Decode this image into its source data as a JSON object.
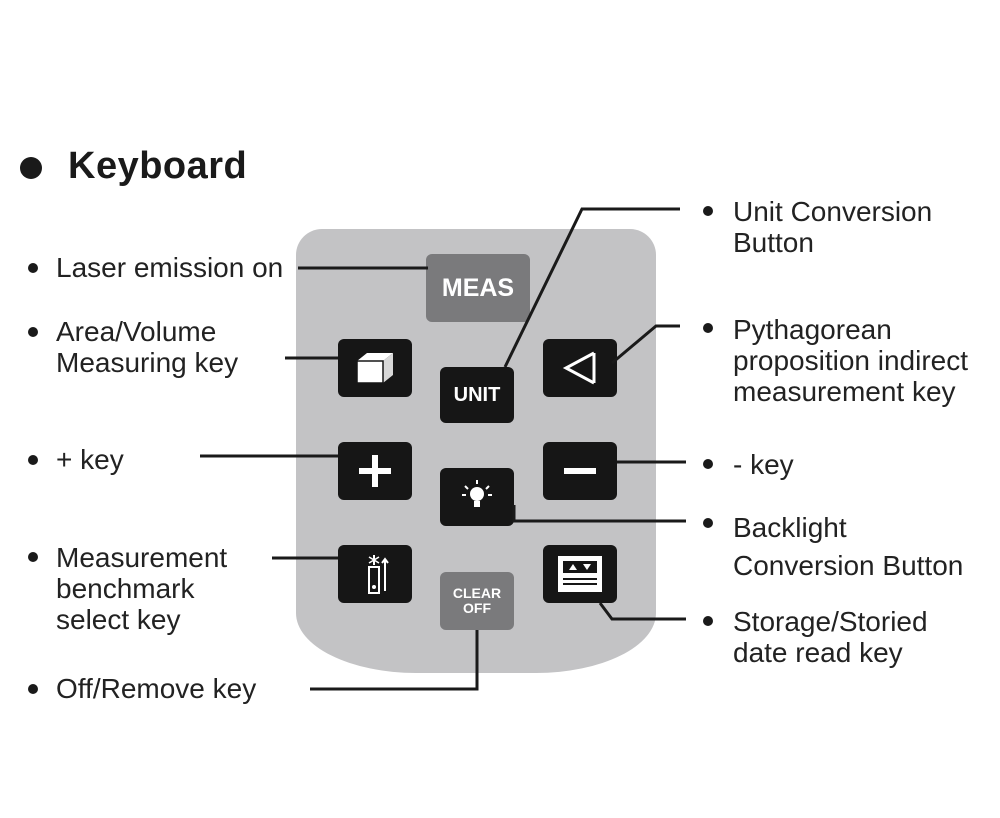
{
  "title": "Keyboard",
  "keys": {
    "meas": "MEAS",
    "unit": "UNIT",
    "clear": "CLEAR",
    "off": "OFF"
  },
  "labels": {
    "laser": "Laser emission on",
    "area_1": "Area/Volume",
    "area_2": "Measuring key",
    "plus": "+ key",
    "benchmark_1": "Measurement",
    "benchmark_2": "benchmark",
    "benchmark_3": "select key",
    "off": "Off/Remove key",
    "unit_1": "Unit Conversion",
    "unit_2": "Button",
    "pyth_1": "Pythagorean",
    "pyth_2": "proposition indirect",
    "pyth_3": "measurement key",
    "minus": "- key",
    "backlight_1": "Backlight",
    "backlight_2": "Conversion Button",
    "storage_1": "Storage/Storied",
    "storage_2": "date read key"
  },
  "icons": {
    "area": "cube-icon",
    "pythagorean": "triangle-icon",
    "plus": "plus-icon",
    "minus": "minus-icon",
    "backlight": "lightbulb-icon",
    "benchmark": "laser-benchmark-icon",
    "storage": "storage-screen-icon"
  },
  "colors": {
    "remote_body": "#c3c3c5",
    "key_dark": "#161616",
    "key_grey": "#7a7a7c",
    "line": "#1a1a1a"
  }
}
